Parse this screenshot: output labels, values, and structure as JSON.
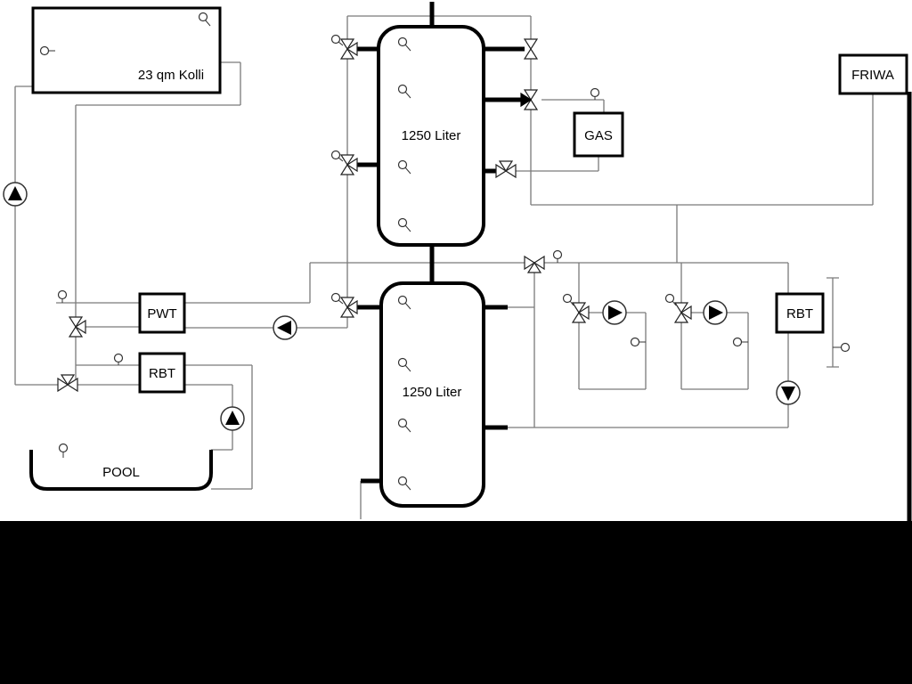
{
  "diagram": {
    "collector_label": "23 qm Kolli",
    "tank1_label": "1250 Liter",
    "tank2_label": "1250 Liter",
    "pwt_label": "PWT",
    "rbt_left_label": "RBT",
    "gas_label": "GAS",
    "friwa_label": "FRIWA",
    "rbt_right_label": "RBT",
    "pool_label": "POOL"
  },
  "colors": {
    "pipe": "#7a7a7a",
    "outline": "#000000",
    "background": "#ffffff",
    "letterbox": "#000000"
  }
}
